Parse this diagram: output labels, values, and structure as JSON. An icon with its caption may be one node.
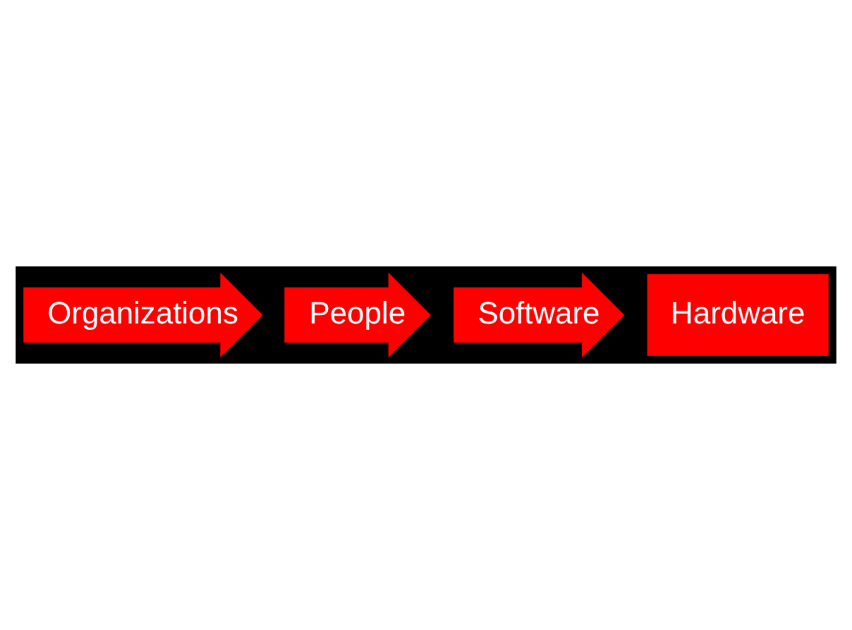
{
  "diagram": {
    "nodes": [
      {
        "text": [
          "Organizations"
        ]
      },
      {
        "text": [
          "People"
        ]
      },
      {
        "text": [
          "Software"
        ]
      },
      {
        "text": [
          "Hardware"
        ]
      }
    ]
  }
}
